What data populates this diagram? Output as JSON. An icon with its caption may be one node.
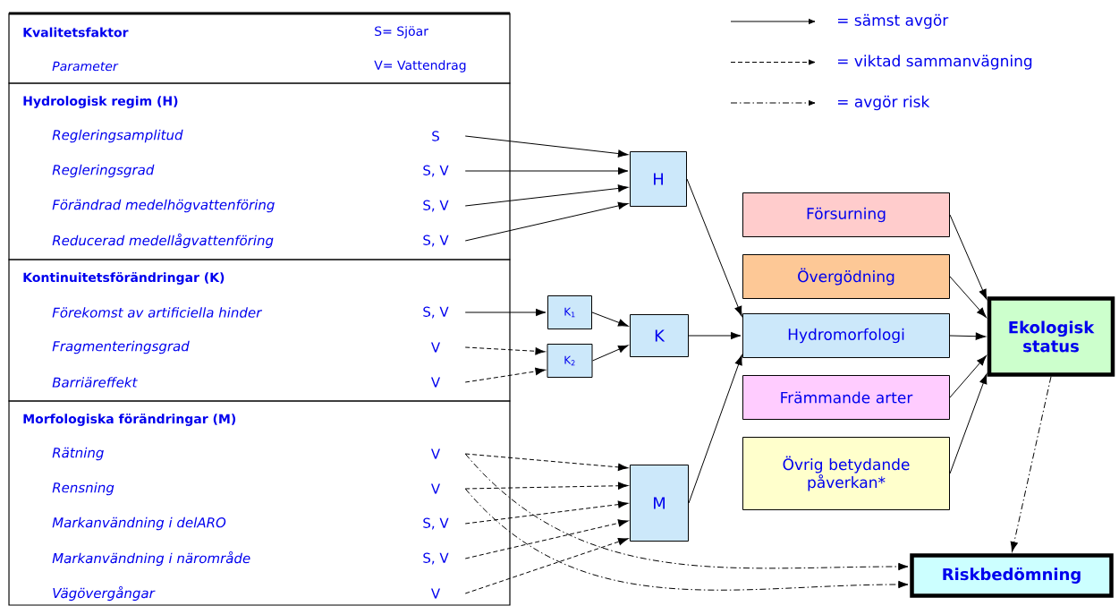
{
  "diagram": {
    "nodes": [
      {
        "text": [
          "Kvalitetsfaktor",
          "S= Sjöar",
          "Parameter",
          "V= Vattendrag"
        ]
      },
      {
        "text": [
          "Hydrologisk regim (H)"
        ]
      },
      {
        "text": [
          "Regleringsamplitud",
          "S"
        ],
        "in": 1
      },
      {
        "text": [
          "Regleringsgrad",
          "S, V"
        ],
        "in": 1
      },
      {
        "text": [
          "Förändrad medelhögvattenföring",
          "S, V"
        ],
        "in": 1
      },
      {
        "text": [
          "Reducerad medellågvattenföring",
          "S, V"
        ],
        "in": 1
      },
      {
        "text": [
          "Kontinuitetsförändringar (K)"
        ]
      },
      {
        "text": [
          "Förekomst av artificiella hinder",
          "S, V"
        ],
        "in": 6
      },
      {
        "text": [
          "Fragmenteringsgrad",
          "V"
        ],
        "in": 6
      },
      {
        "text": [
          "Barriäreffekt",
          "V"
        ],
        "in": 6
      },
      {
        "text": [
          "Morfologiska förändringar  (M)"
        ]
      },
      {
        "text": [
          "Rätning",
          "V"
        ],
        "in": 10
      },
      {
        "text": [
          "Rensning",
          "V"
        ],
        "in": 10
      },
      {
        "text": [
          "Markanvändning i delARO",
          "S, V"
        ],
        "in": 10
      },
      {
        "text": [
          "Markanvändning i närområde",
          "S, V"
        ],
        "in": 10
      },
      {
        "text": [
          "Vägövergångar",
          "V"
        ],
        "in": 10
      },
      {
        "text": [
          "H"
        ]
      },
      {
        "text": [
          "K$_{1}$"
        ]
      },
      {
        "text": [
          "K$_{2}$"
        ]
      },
      {
        "text": [
          "K"
        ]
      },
      {
        "text": [
          "M"
        ]
      },
      {
        "text": [
          "Försurning"
        ]
      },
      {
        "text": [
          "Övergödning"
        ]
      },
      {
        "text": [
          "Hydromorfologi"
        ]
      },
      {
        "text": [
          "Främmande arter"
        ]
      },
      {
        "text": [
          "Övrig betydande påverkan*"
        ]
      },
      {
        "text": [
          "Ekologisk status"
        ]
      },
      {
        "text": [
          "Riskbedömning"
        ]
      }
    ],
    "edges": [
      {
        "from": 2,
        "to": 16,
        "arrow": "to"
      },
      {
        "from": 3,
        "to": 16,
        "arrow": "to"
      },
      {
        "from": 4,
        "to": 16,
        "arrow": "to"
      },
      {
        "from": 5,
        "to": 16,
        "arrow": "to"
      },
      {
        "from": 7,
        "to": 17,
        "arrow": "to"
      },
      {
        "from": 8,
        "to": 18,
        "arrow": "to",
        "style": "dashed"
      },
      {
        "from": 9,
        "to": 18,
        "arrow": "to",
        "style": "dashed"
      },
      {
        "from": 17,
        "to": 19,
        "arrow": "to"
      },
      {
        "from": 18,
        "to": 19,
        "arrow": "to"
      },
      {
        "from": 11,
        "to": 20,
        "arrow": "to",
        "style": "dashed"
      },
      {
        "from": 12,
        "to": 20,
        "arrow": "to",
        "style": "dashed"
      },
      {
        "from": 13,
        "to": 20,
        "arrow": "to",
        "style": "dashed"
      },
      {
        "from": 14,
        "to": 20,
        "arrow": "to",
        "style": "dashed"
      },
      {
        "from": 15,
        "to": 20,
        "arrow": "to",
        "style": "dashed"
      },
      {
        "from": 11,
        "to": 27,
        "arrow": "to",
        "style": "dashed"
      },
      {
        "from": 12,
        "to": 27,
        "arrow": "to",
        "style": "dashed"
      },
      {
        "from": 16,
        "to": 23,
        "arrow": "to"
      },
      {
        "from": 19,
        "to": 23,
        "arrow": "to"
      },
      {
        "from": 20,
        "to": 23,
        "arrow": "to"
      },
      {
        "from": 21,
        "to": 26,
        "arrow": "to"
      },
      {
        "from": 22,
        "to": 26,
        "arrow": "to"
      },
      {
        "from": 23,
        "to": 26,
        "arrow": "to"
      },
      {
        "from": 24,
        "to": 26,
        "arrow": "to"
      },
      {
        "from": 25,
        "to": 26,
        "arrow": "to"
      },
      {
        "from": 26,
        "to": 27,
        "arrow": "to",
        "style": "dashed"
      }
    ],
    "legend": [
      {
        "text": "= sämst avgör"
      },
      {
        "text": "= viktad sammanvägning"
      },
      {
        "text": "= avgör risk"
      }
    ]
  }
}
